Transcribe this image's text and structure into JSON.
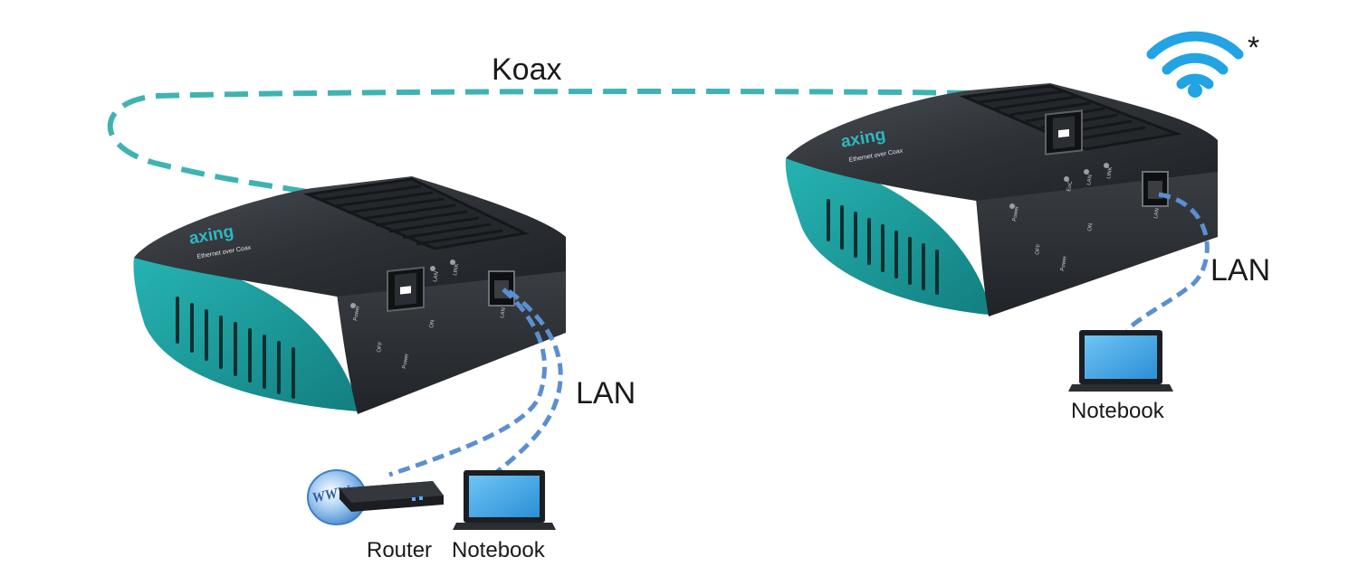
{
  "labels": {
    "coax": "Koax",
    "lan_left": "LAN",
    "lan_right": "LAN",
    "router": "Router",
    "notebook_left": "Notebook",
    "notebook_right": "Notebook",
    "wifi_footnote_mark": "*"
  },
  "device_print": {
    "brand": "axing",
    "subtitle": "Ethernet over Coax",
    "power_led": "Power",
    "switch_off": "OFF",
    "switch_on": "ON",
    "switch_label": "Power",
    "led_1": "EoC",
    "led_2": "LAN",
    "led_3": "LINK",
    "port_label": "LAN"
  },
  "router_logo": "WWW",
  "colors": {
    "coax_line": "#3fb3b3",
    "lan_line": "#5b8fd0",
    "wifi": "#22a3e4",
    "device_teal": "#1fa0a0",
    "device_dark": "#2a2d31"
  },
  "icons": {
    "wifi": "wifi-icon",
    "router": "router-icon",
    "notebook": "laptop-icon",
    "device": "ethernet-over-coax-adapter"
  }
}
